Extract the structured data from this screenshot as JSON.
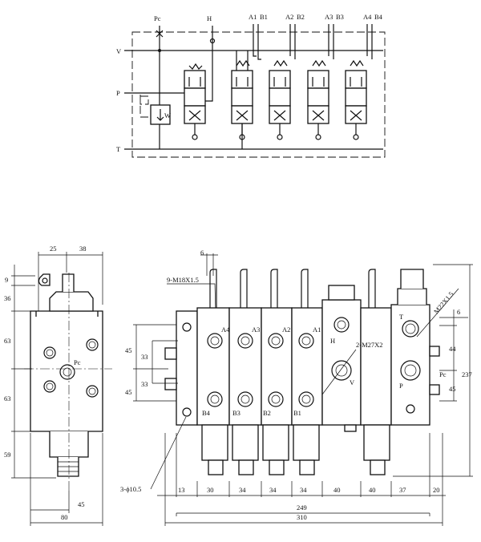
{
  "schematic": {
    "ports_top": [
      "Pc",
      "H",
      "A1",
      "B1",
      "A2",
      "B2",
      "A3",
      "B3",
      "A4",
      "B4"
    ],
    "ports_left": [
      "V",
      "P",
      "T"
    ],
    "relief_label": "W"
  },
  "side_view": {
    "dims_top": [
      "25",
      "38"
    ],
    "dims_left": [
      "9",
      "36",
      "63",
      "63",
      "59"
    ],
    "port_label": "Pc",
    "dims_bottom": [
      "45",
      "80"
    ]
  },
  "front_view": {
    "thread_note": "9-M18X1.5",
    "thread_right": "M22X1.5",
    "thread_mid": "2-M27X2",
    "top_dim": "6",
    "port_labels_a": [
      "A4",
      "A3",
      "A2",
      "A1"
    ],
    "port_labels_b": [
      "B4",
      "B3",
      "B2",
      "B1"
    ],
    "inlet_labels": [
      "H",
      "V",
      "T",
      "P",
      "Pc"
    ],
    "dims_left": [
      "45",
      "33",
      "33",
      "45"
    ],
    "dims_right": [
      "6",
      "44",
      "45",
      "237"
    ],
    "hole_note": "3-ϕ10.5",
    "dims_bottom": [
      "13",
      "30",
      "34",
      "34",
      "34",
      "40",
      "40",
      "37",
      "20"
    ],
    "total_249": "249",
    "total_310": "310"
  }
}
